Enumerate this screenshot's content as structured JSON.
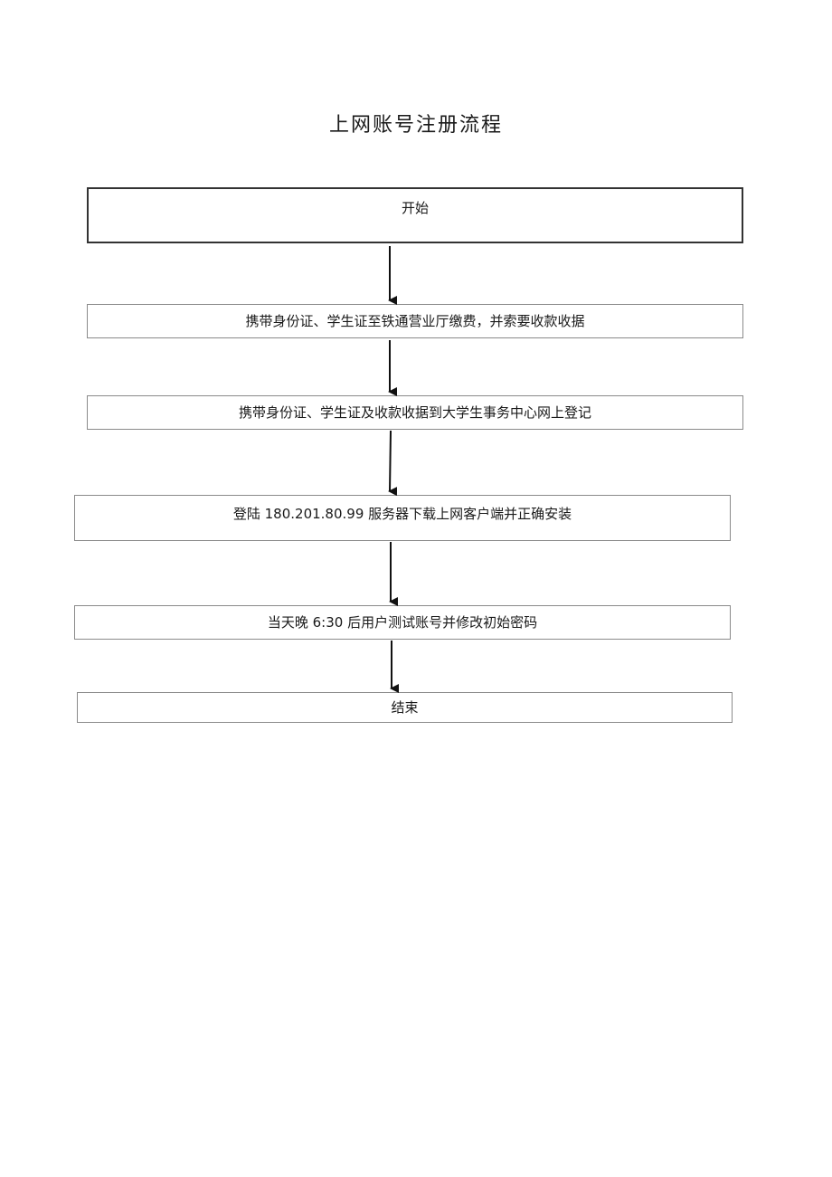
{
  "title": "上网账号注册流程",
  "steps": {
    "start": "开始",
    "step1": "携带身份证、学生证至铁通营业厅缴费，并索要收款收据",
    "step2": "携带身份证、学生证及收款收据到大学生事务中心网上登记",
    "step3": "登陆 180.201.80.99 服务器下载上网客户端并正确安装",
    "step4": "当天晚 6:30 后用户测试账号并修改初始密码",
    "end": "结束"
  }
}
